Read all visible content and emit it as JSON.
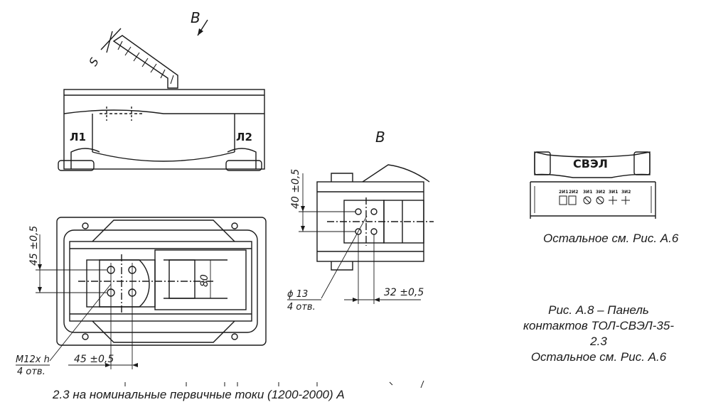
{
  "drawing": {
    "view_label_top": "B",
    "view_label_side": "B",
    "label_s": "S",
    "terminal_l1": "Л1",
    "terminal_l2": "Л2",
    "dim_45_vert": "45 ±0,5",
    "dim_80": "80",
    "dim_45_horiz": "45 ±0,5",
    "bolt_label_1": "M12x h",
    "bolt_label_2": "4 отв.",
    "dim_40": "40 ±0,5",
    "dim_32": "32 ±0,5",
    "hole_label_1": "ϕ 13",
    "hole_label_2": "4 отв."
  },
  "panel": {
    "brand": "СВЭЛ",
    "terminals": [
      "2И1",
      "2И2",
      "3И1",
      "3И2",
      "3И1",
      "3И2"
    ]
  },
  "captions": {
    "see_also_1": "Остальное см. Рис. А.6",
    "figure_line_1": "Рис. А.8 – Панель",
    "figure_line_2": "контактов ТОЛ-СВЭЛ-35-",
    "figure_line_3": "2.3",
    "see_also_2": "Остальное см. Рис. А.6",
    "bottom": "2.3 на номинальные первичные токи (1200-2000) А"
  }
}
